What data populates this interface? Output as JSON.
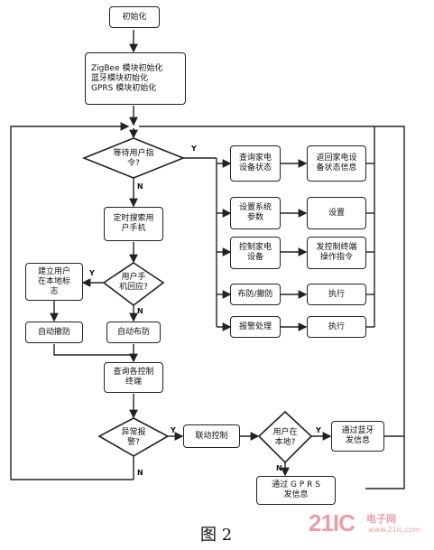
{
  "boxes": {
    "init": "初始化",
    "modules": "ZigBee 模块初始化\n蓝牙模块初始化\nGPRS 模块初始化",
    "query_device": "查询家电\n设备状态",
    "return_status": "返回家电设\n备状态信息",
    "set_params": "设置系统\n参数",
    "set": "设置",
    "control_device": "控制家电\n设备",
    "send_control": "发控制终端\n操作指令",
    "arm_disarm": "布防/撤防",
    "execute1": "执行",
    "alarm_handle": "报警处理",
    "execute2": "执行",
    "search_phone": "定时搜索用\n户手机",
    "create_user": "建立用户\n在本地标\n志",
    "auto_disarm": "自动撤防",
    "auto_arm": "自动布防",
    "query_terminals": "查询各控制\n终端",
    "linkage": "联动控制",
    "bluetooth_send": "通过蓝牙\n发信息",
    "gprs_send": "通过 G P R S\n发信息"
  },
  "decisions": {
    "wait_cmd": "等待用户指\n令?",
    "phone_back": "用户手\n机回应?",
    "abnormal": "异常报\n警?",
    "user_local": "用户在\n本地?"
  },
  "yn": {
    "Y": "Y",
    "N": "N"
  },
  "caption": "图 2",
  "watermark": {
    "logo": "21IC",
    "site": "电子网",
    "url": "www.21ic.com"
  }
}
